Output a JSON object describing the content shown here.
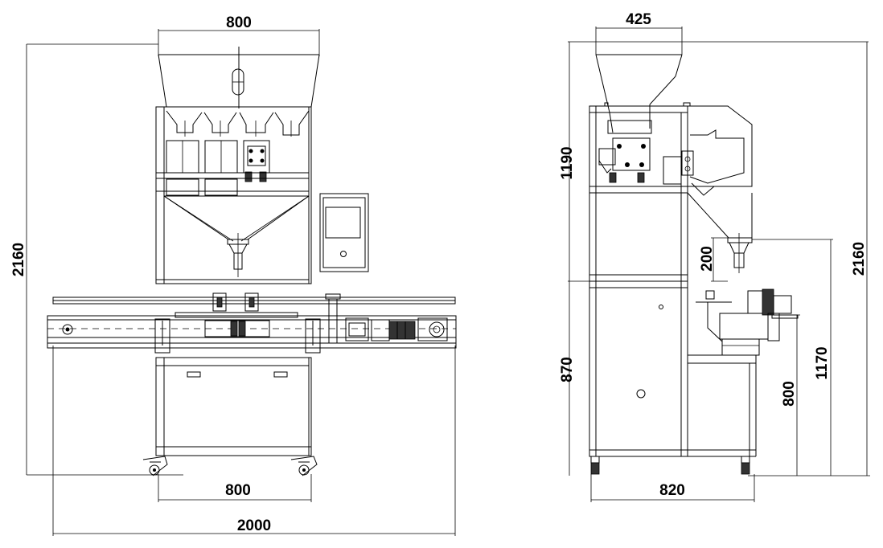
{
  "front_view": {
    "dim_hopper_width": "800",
    "dim_total_height": "2160",
    "dim_base_width": "800",
    "dim_conveyor_length": "2000"
  },
  "side_view": {
    "dim_hopper_width": "425",
    "dim_upper_height": "1190",
    "dim_funnel_height": "200",
    "dim_lower_height": "870",
    "dim_outlet_height": "1170",
    "dim_conveyor_height": "800",
    "dim_total_height": "2160",
    "dim_depth": "820"
  }
}
